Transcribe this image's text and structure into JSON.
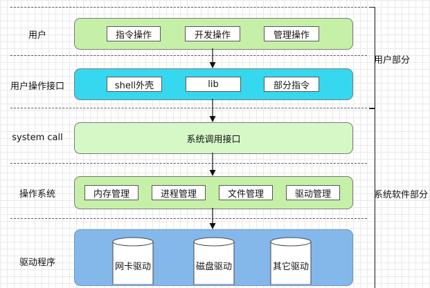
{
  "rows": {
    "user": {
      "label": "用户",
      "items": [
        "指令操作",
        "开发操作",
        "管理操作"
      ]
    },
    "interface": {
      "label": "用户操作接口",
      "items": [
        "shell外壳",
        "lib",
        "部分指令"
      ]
    },
    "syscall": {
      "label": "system call",
      "item": "系统调用接口"
    },
    "os": {
      "label": "操作系统",
      "items": [
        "内存管理",
        "进程管理",
        "文件管理",
        "驱动管理"
      ]
    },
    "driver": {
      "label": "驱动程序",
      "items": [
        "网卡驱动",
        "磁盘驱动",
        "其它驱动"
      ]
    }
  },
  "groups": {
    "user_part": "用户部分",
    "system_part": "系统软件部分"
  },
  "colors": {
    "user_row": "#c6f0a7",
    "interface_row": "#35d8ef",
    "syscall_row": "#d6f8c6",
    "os_row": "#c6f0a7",
    "driver_row": "#84b8ea"
  }
}
